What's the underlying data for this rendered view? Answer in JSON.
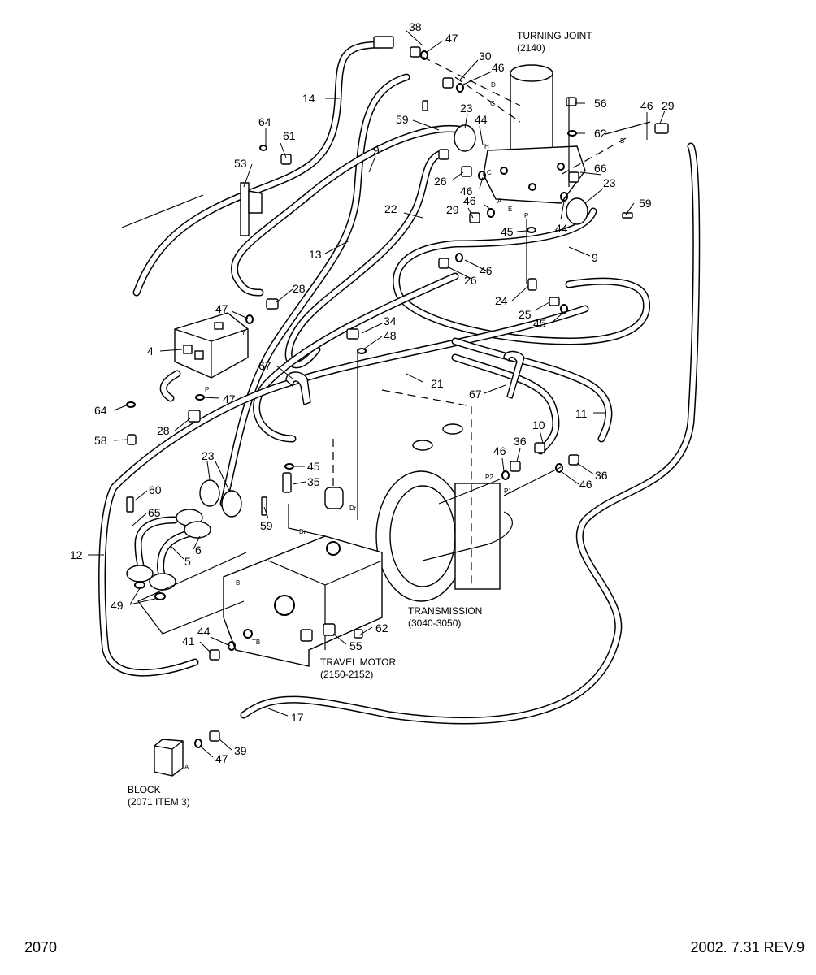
{
  "footer": {
    "page_number": "2070",
    "revision": "2002. 7.31 REV.9"
  },
  "components": {
    "turning_joint": {
      "name": "TURNING JOINT",
      "ref": "(2140)"
    },
    "transmission": {
      "name": "TRANSMISSION",
      "ref": "(3040-3050)"
    },
    "travel_motor": {
      "name": "TRAVEL MOTOR",
      "ref": "(2150-2152)"
    },
    "block": {
      "name": "BLOCK",
      "ref": "(2071 ITEM 3)"
    }
  },
  "callouts": {
    "c38": "38",
    "c47a": "47",
    "c30": "30",
    "c46a": "46",
    "c56": "56",
    "c14": "14",
    "c23a": "23",
    "c44a": "44",
    "c59a": "59",
    "c46b": "46",
    "c29a": "29",
    "c64a": "64",
    "c61": "61",
    "c62a": "62",
    "c9a": "9",
    "c53": "53",
    "c26a": "26",
    "c46c": "46",
    "c66": "66",
    "c23b": "23",
    "c22": "22",
    "c29b": "29",
    "c46d": "46",
    "c44b": "44",
    "c59b": "59",
    "c45a": "45",
    "c13": "13",
    "c9b": "9",
    "c46e": "46",
    "c26b": "26",
    "c28a": "28",
    "c24": "24",
    "c47b": "47",
    "c25": "25",
    "c45b": "45",
    "c34": "34",
    "c48": "48",
    "c4": "4",
    "c67a": "67",
    "c21": "21",
    "c67b": "67",
    "c47c": "47",
    "c64b": "64",
    "c11": "11",
    "c28b": "28",
    "c10": "10",
    "c58": "58",
    "c46f": "46",
    "c36a": "36",
    "c36b": "36",
    "c46g": "46",
    "c23c": "23",
    "c45c": "45",
    "c35": "35",
    "c60": "60",
    "c65": "65",
    "c59c": "59",
    "c6": "6",
    "c12": "12",
    "c5": "5",
    "c49": "49",
    "c62b": "62",
    "c44c": "44",
    "c41": "41",
    "c55": "55",
    "c17": "17",
    "c39": "39",
    "c47d": "47"
  },
  "port_labels": {
    "pA": "A",
    "pB": "B",
    "pC": "C",
    "pD": "D",
    "pE": "E",
    "pG": "G",
    "pP": "P",
    "pH": "H",
    "pY": "Y",
    "pP2": "P",
    "pDr1": "Dr",
    "pDr2": "Dr",
    "pP1": "P1",
    "pP2b": "P2",
    "pTB": "TB",
    "pBm": "B",
    "pA2": "A"
  }
}
